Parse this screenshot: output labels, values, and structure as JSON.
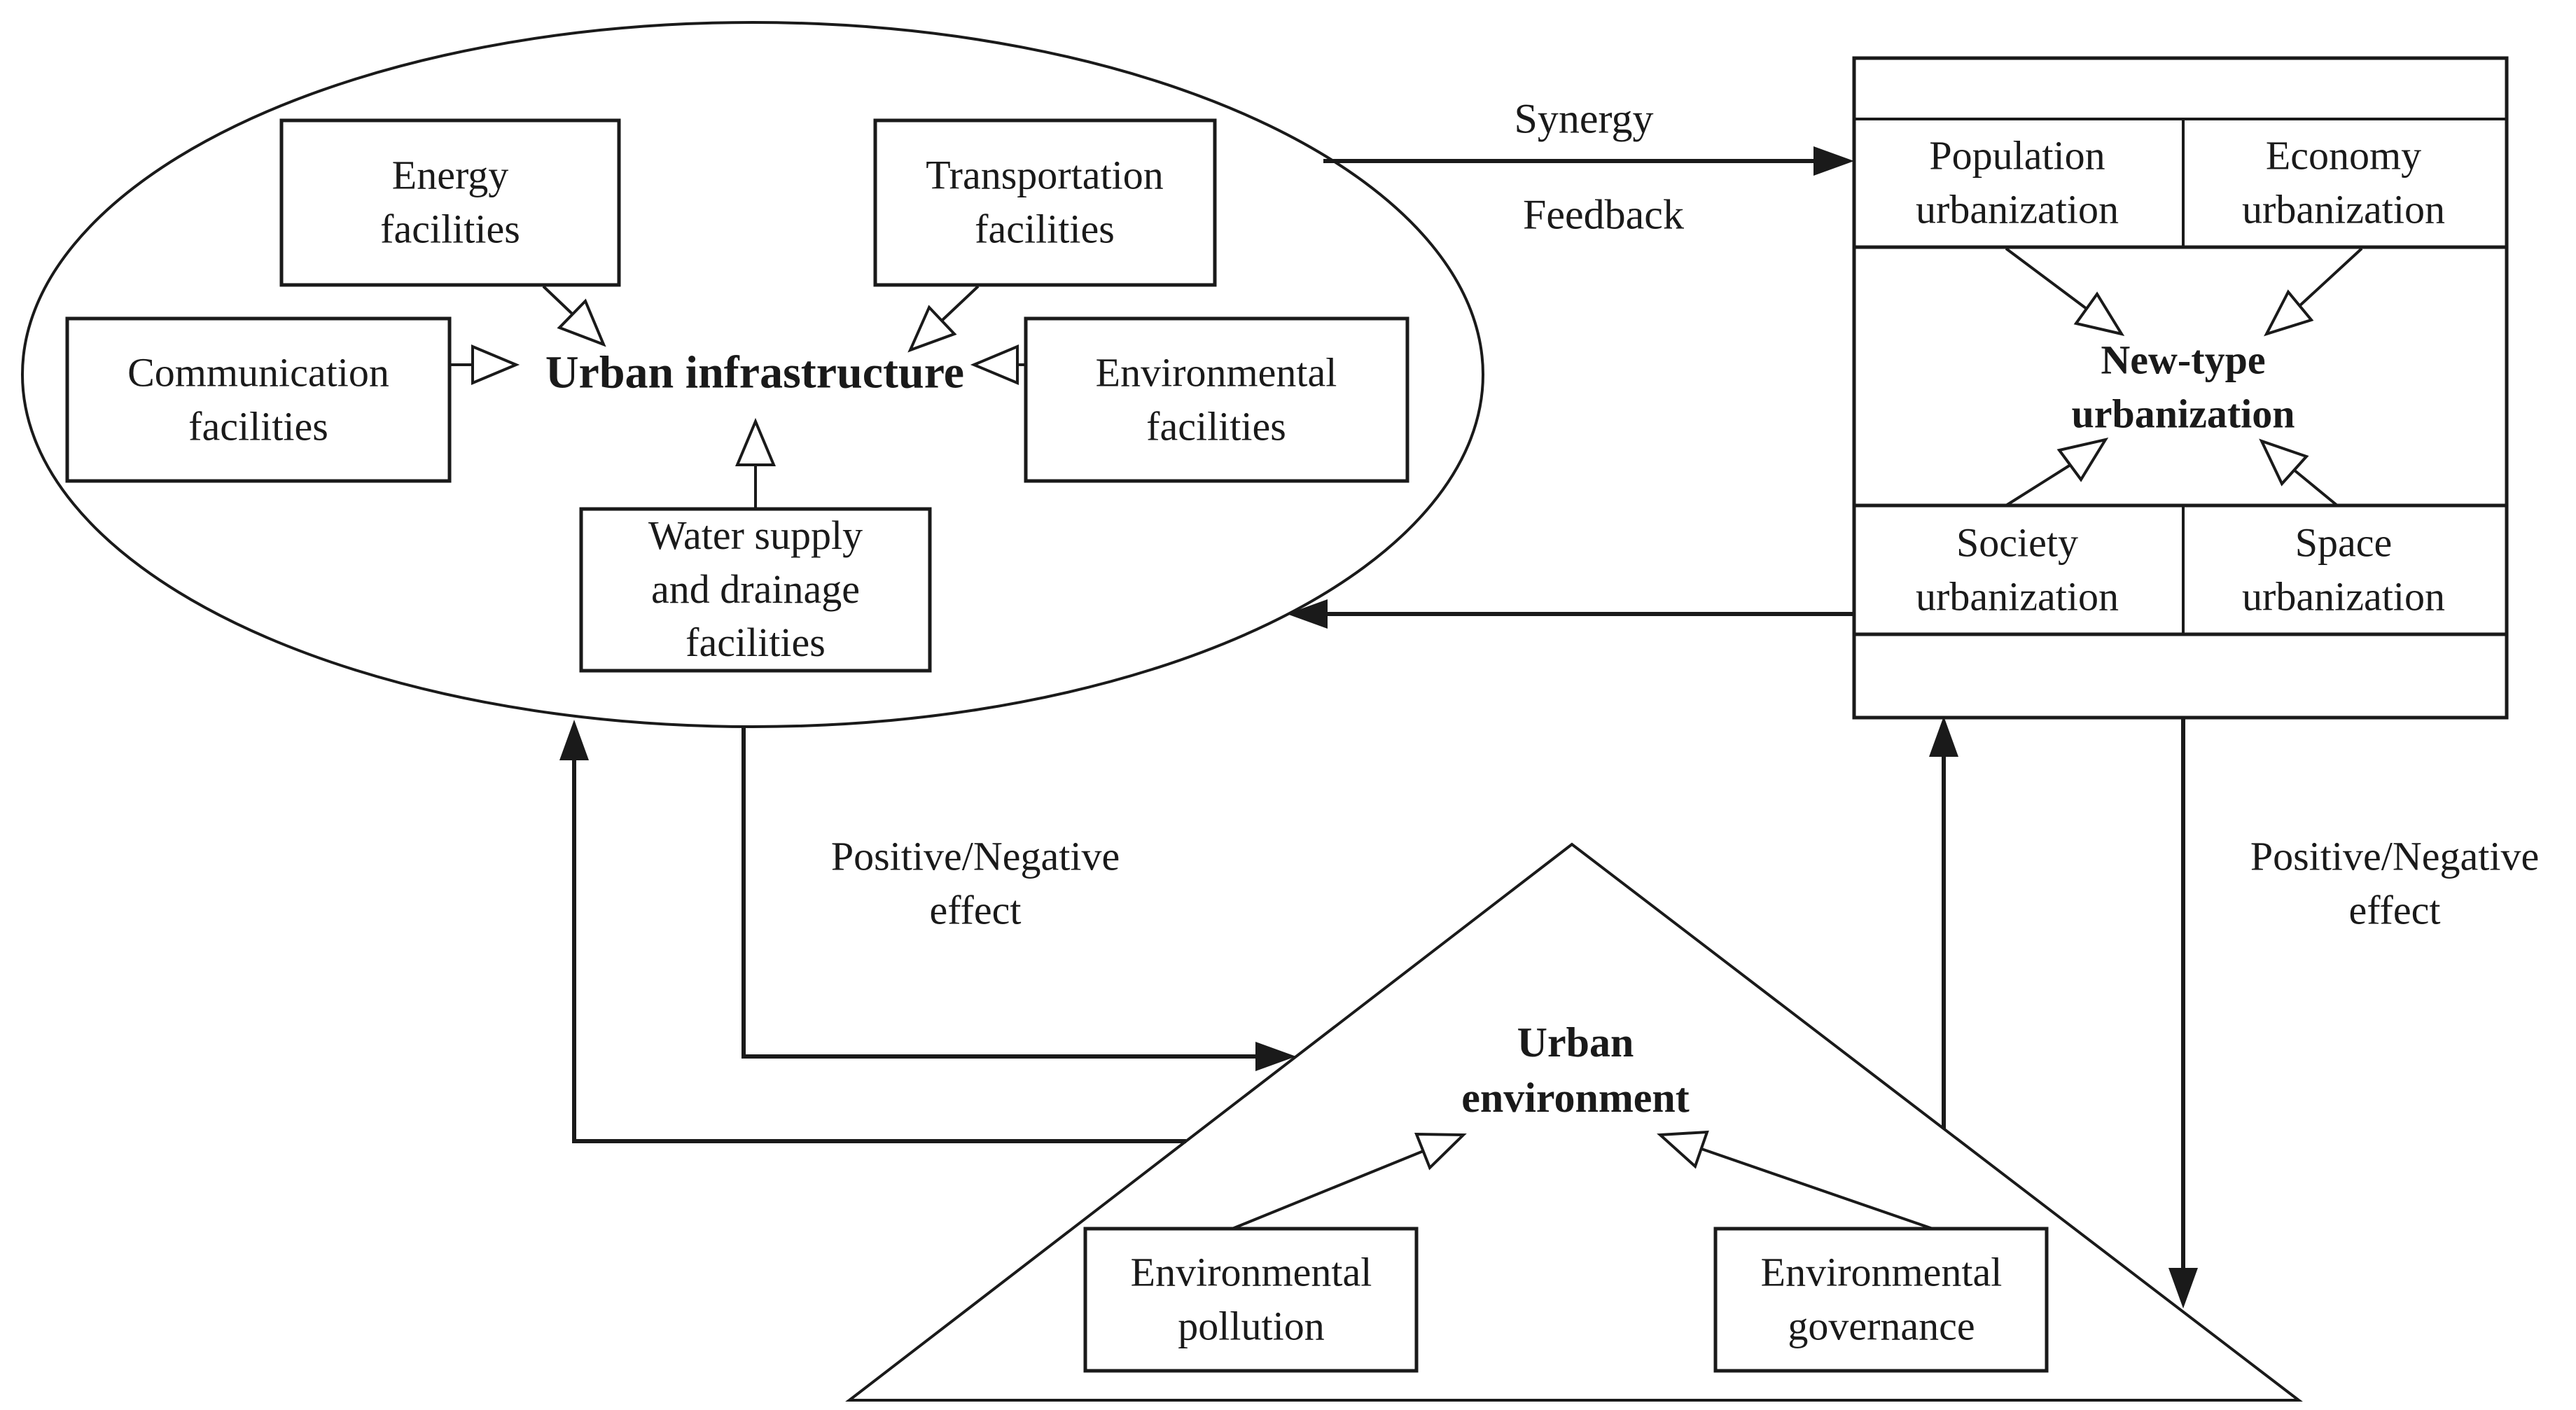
{
  "colors": {
    "ink": "#1a1a1a",
    "background": "#ffffff"
  },
  "infrastructure": {
    "title": "Urban infrastructure",
    "boxes": {
      "energy": "Energy\nfacilities",
      "transportation": "Transportation\nfacilities",
      "communication": "Communication\nfacilities",
      "environmental": "Environmental\nfacilities",
      "water": "Water supply\nand drainage\nfacilities"
    }
  },
  "urbanization": {
    "title": "New-type\nurbanization",
    "quadrants": {
      "population": "Population\nurbanization",
      "economy": "Economy\nurbanization",
      "society": "Society\nurbanization",
      "space": "Space\nurbanization"
    }
  },
  "environment": {
    "title": "Urban\nenvironment",
    "boxes": {
      "pollution": "Environmental\npollution",
      "governance": "Environmental\ngovernance"
    }
  },
  "arrows": {
    "synergy": "Synergy",
    "feedback": "Feedback",
    "effect_left": "Positive/Negative\neffect",
    "effect_right": "Positive/Negative\neffect"
  }
}
